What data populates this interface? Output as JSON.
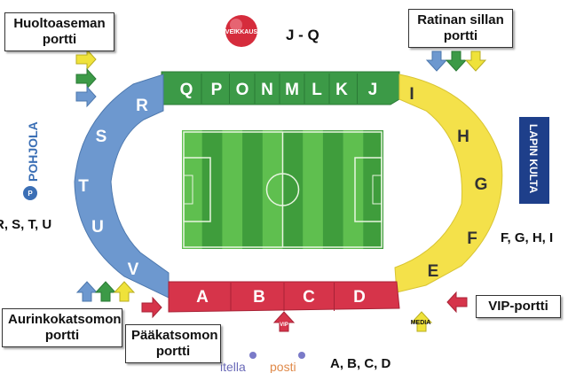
{
  "labels": {
    "huoltoaseman": {
      "line1": "Huoltoaseman",
      "line2": "portti"
    },
    "ratinan": {
      "line1": "Ratinan sillan",
      "line2": "portti"
    },
    "aurinkokatsomon": {
      "line1": "Aurinkokatsomon",
      "line2": "portti"
    },
    "paakatsomon": {
      "line1": "Pääkatsomon",
      "line2": "portti"
    },
    "vip": "VIP-portti",
    "jq": "J - Q",
    "rstu": "R, S, T, U",
    "fghi": "F, G, H, I",
    "abcd": "A, B, C, D",
    "media": "MEDIA",
    "vip_small": "VIP"
  },
  "logos": {
    "veikkaus": "VEIKKAUS",
    "pohjola": "POHJOLA",
    "lapin_kulta": "LAPIN KULTA",
    "itella": "itella",
    "posti": "posti"
  },
  "sections": {
    "north": [
      "Q",
      "P",
      "O",
      "N",
      "M",
      "L",
      "K",
      "J"
    ],
    "west": [
      "R",
      "S",
      "T",
      "U",
      "V"
    ],
    "east": [
      "I",
      "H",
      "G",
      "F",
      "E"
    ],
    "south": [
      "A",
      "B",
      "C",
      "D"
    ]
  },
  "colors": {
    "green_stand": "#3c9a47",
    "blue_stand": "#6d98cf",
    "yellow_stand": "#f4e14a",
    "red_stand": "#d6344a",
    "pitch_light": "#5fbf4f",
    "pitch_dark": "#3f9d3c",
    "arrow_yellow": "#efe23a",
    "arrow_green": "#3c9a47",
    "arrow_blue": "#6d98cf",
    "arrow_red": "#d6344a"
  }
}
